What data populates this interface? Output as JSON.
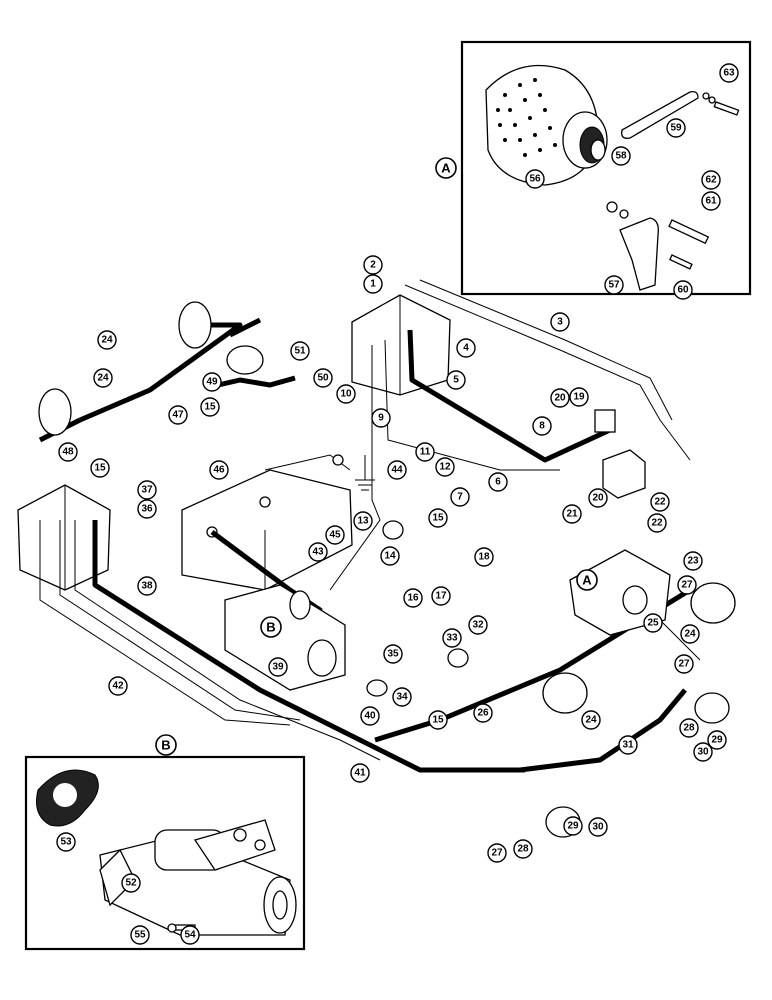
{
  "diagram": {
    "inset_a_label": "A",
    "inset_b_label": "B",
    "main_a_label": "A",
    "main_b_label": "B",
    "callouts": [
      "1",
      "2",
      "3",
      "4",
      "5",
      "6",
      "7",
      "8",
      "9",
      "10",
      "11",
      "12",
      "13",
      "14",
      "15",
      "16",
      "17",
      "18",
      "19",
      "20",
      "21",
      "22",
      "23",
      "24",
      "25",
      "26",
      "27",
      "28",
      "29",
      "30",
      "31",
      "32",
      "33",
      "34",
      "35",
      "36",
      "37",
      "38",
      "39",
      "40",
      "41",
      "42",
      "43",
      "44",
      "45",
      "46",
      "47",
      "48",
      "49",
      "50",
      "51",
      "52",
      "53",
      "54",
      "55",
      "56",
      "57",
      "58",
      "59",
      "60",
      "61",
      "62",
      "63"
    ]
  }
}
